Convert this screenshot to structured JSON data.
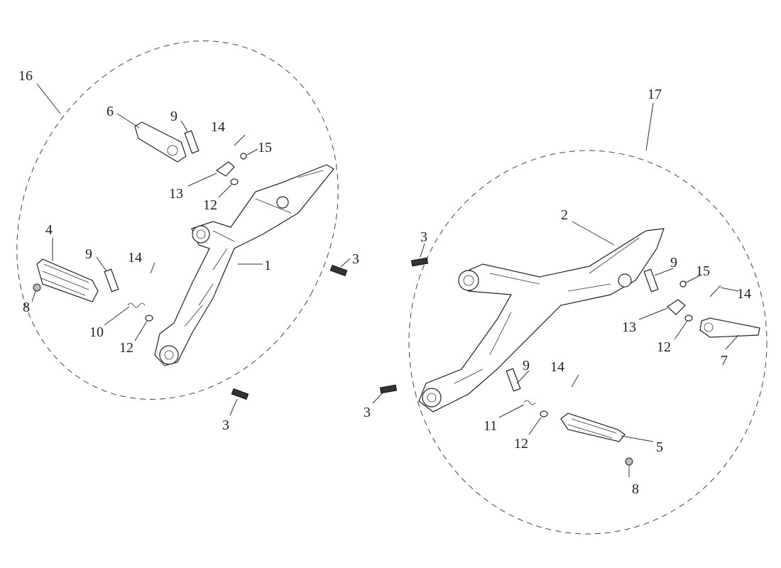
{
  "diagram": {
    "title": "Footrest assembly exploded view",
    "callouts": [
      "16",
      "6",
      "9",
      "14",
      "15",
      "13",
      "12",
      "4",
      "9",
      "14",
      "1",
      "8",
      "10",
      "12",
      "3",
      "3",
      "3",
      "3",
      "17",
      "2",
      "9",
      "15",
      "14",
      "13",
      "12",
      "7",
      "9",
      "14",
      "11",
      "12",
      "5",
      "8"
    ]
  }
}
